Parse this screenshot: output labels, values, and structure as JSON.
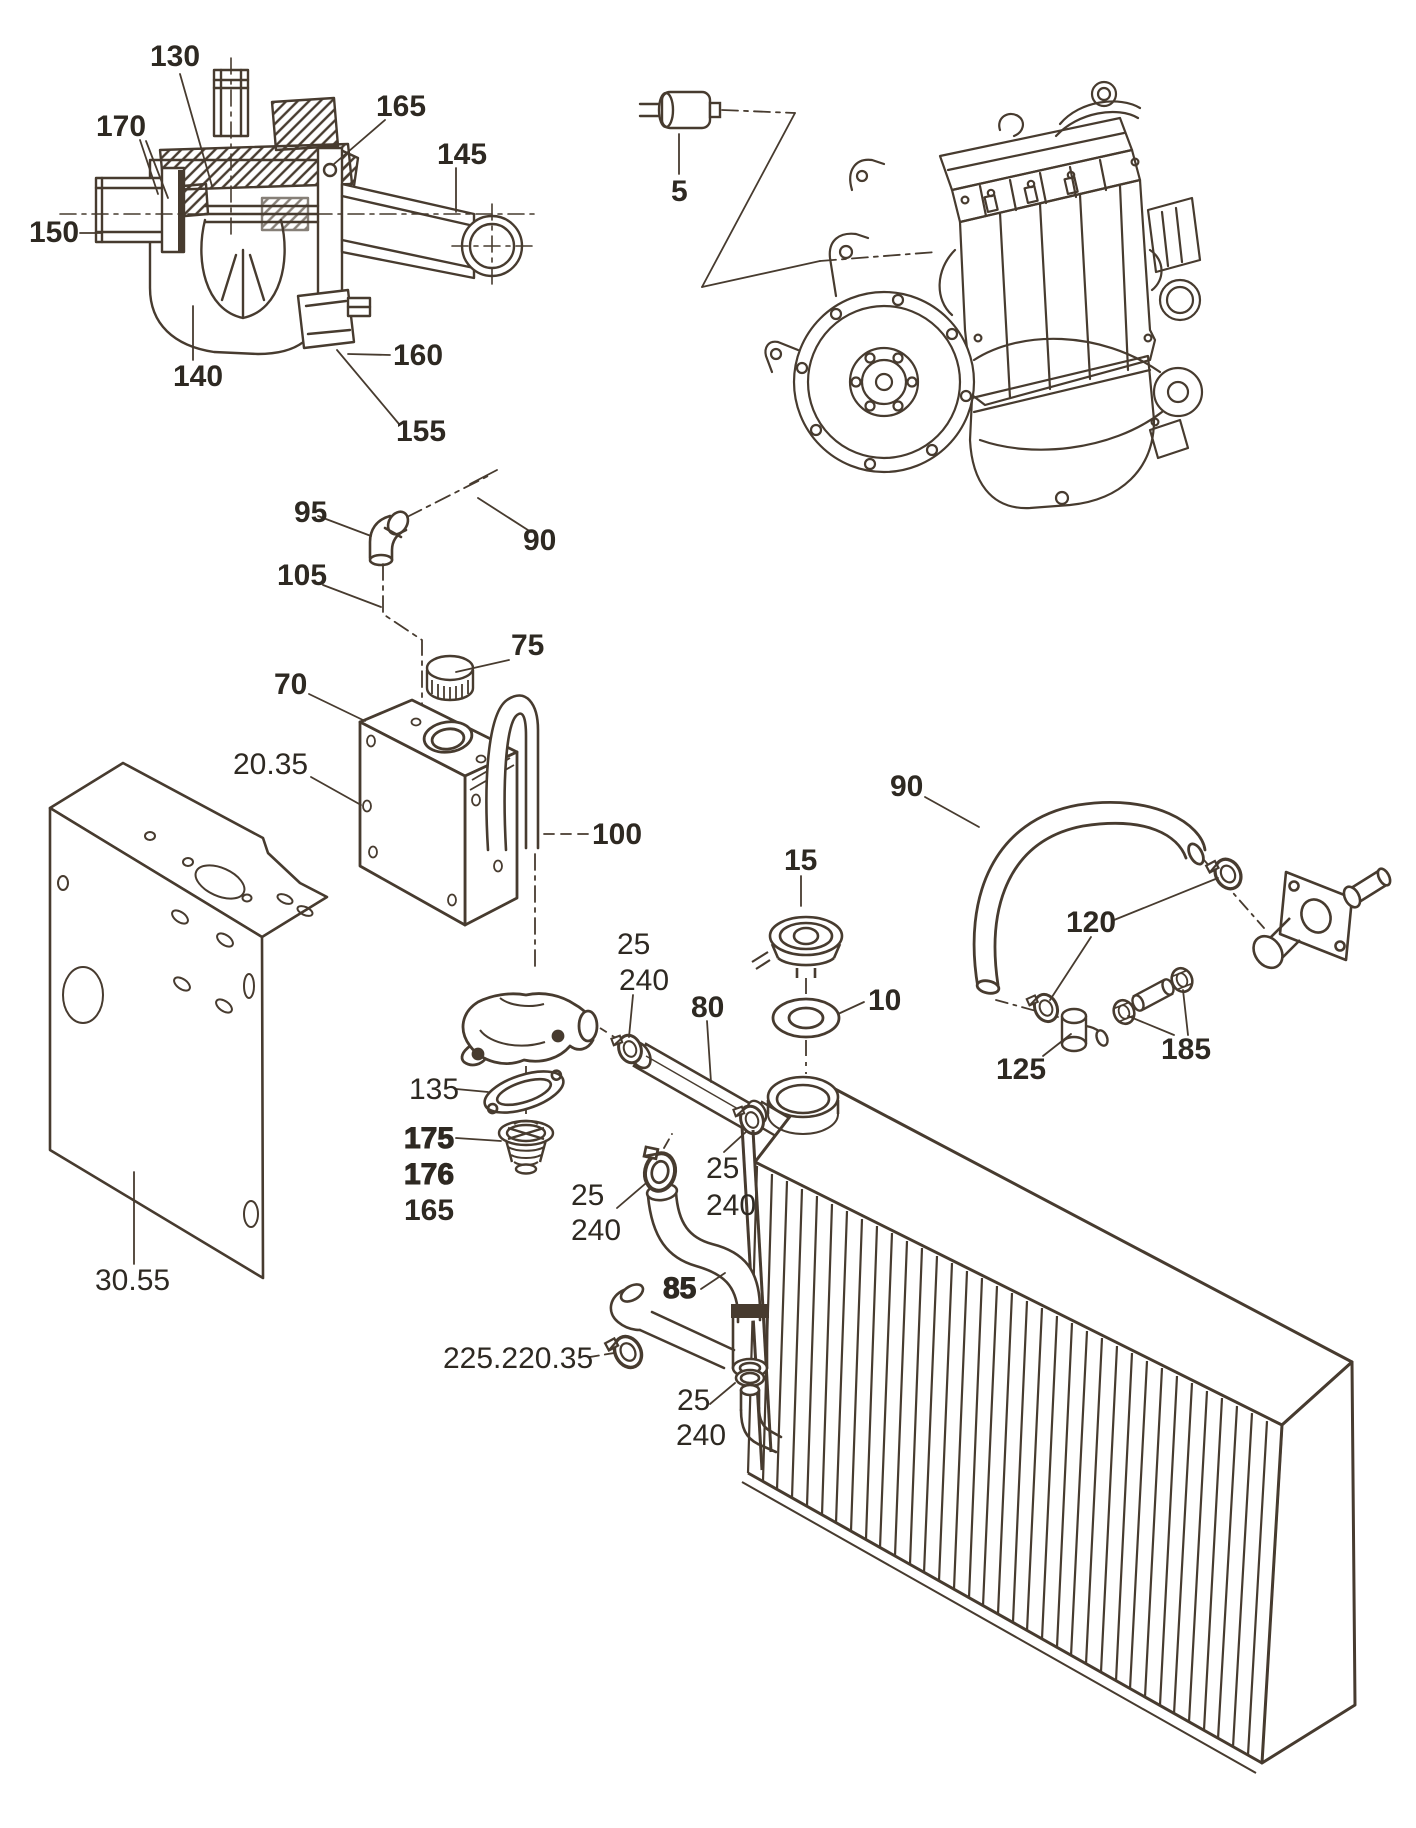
{
  "figure": {
    "type": "exploded-parts-diagram",
    "subject": "engine cooling system: water pump, expansion tank, thermostat, hoses and radiator"
  },
  "colors": {
    "line": "#473b2f",
    "label": "#2e2922",
    "background": "#ffffff"
  },
  "labels": {
    "p5": "5",
    "p10": "10",
    "p15": "15",
    "p20_35": "20.35",
    "p25": "25",
    "p30_55": "30.55",
    "p70": "70",
    "p75": "75",
    "p80": "80",
    "p85": "85",
    "p90": "90",
    "p95": "95",
    "p100": "100",
    "p105": "105",
    "p120": "120",
    "p125": "125",
    "p130": "130",
    "p135": "135",
    "p140": "140",
    "p145": "145",
    "p150": "150",
    "p155": "155",
    "p160": "160",
    "p165": "165",
    "p170": "170",
    "p175": "175",
    "p176": "176",
    "p185": "185",
    "p225_220_35": "225.220.35",
    "p240": "240"
  }
}
